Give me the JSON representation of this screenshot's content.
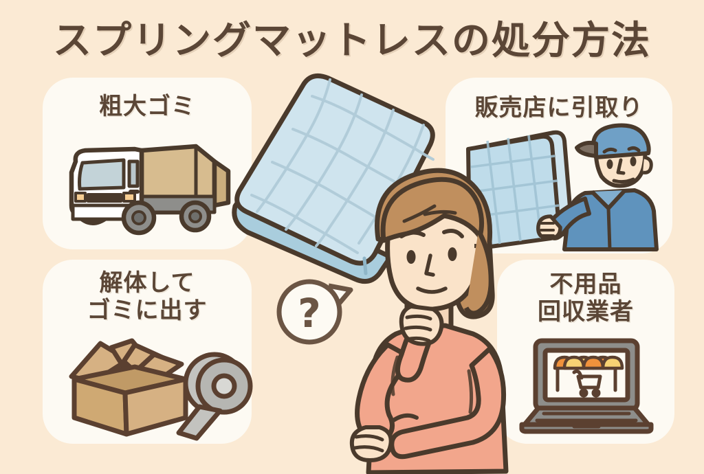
{
  "page": {
    "title": "スプリングマットレスの処分方法",
    "background_color": "#fbead4",
    "card_color": "#fdfaf3",
    "ink_color": "#5b4636"
  },
  "cards": [
    {
      "id": "card-sodai-gomi",
      "label": "粗大ゴミ",
      "icon": "garbage-truck-icon",
      "position": "top-left",
      "colors": {
        "cab": "#ffffff",
        "body": "#d7bc8f",
        "window": "#c3d3d8",
        "lamp": "#f6cd92"
      }
    },
    {
      "id": "card-hanbaiten-hikitori",
      "label": "販売店に引取り",
      "icon": "delivery-worker-icon",
      "position": "top-right",
      "colors": {
        "uniform": "#5f93bd",
        "cap": "#6fa0c6",
        "skin": "#f8e2c8",
        "mattress": "#bfdcea"
      }
    },
    {
      "id": "card-kaitai-shite-gomi",
      "label_line1": "解体して",
      "label_line2": "ゴミに出す",
      "icon": "cardboard-box-and-tape-icon",
      "position": "bottom-left",
      "colors": {
        "box": "#d6b183",
        "box_inner": "#c8a370",
        "tape": "#b6b6b2"
      }
    },
    {
      "id": "card-fuyohin-kaishu",
      "label_line1": "不用品",
      "label_line2": "回収業者",
      "icon": "laptop-online-shop-icon",
      "position": "bottom-right",
      "colors": {
        "laptop": "#8e8e8b",
        "awning_orange": "#f0923c",
        "awning_yellow": "#f7d274"
      }
    }
  ],
  "center": {
    "mattress": {
      "name": "spring-mattress-illustration",
      "top_color": "#cfe4ee",
      "side_color": "#a9cddd",
      "quilt_color": "#b3cdd8"
    },
    "woman": {
      "name": "thinking-woman-illustration",
      "hair_color": "#c08f5e",
      "skin_color": "#fae3c9",
      "sweater_color": "#f2a68c"
    },
    "speech_bubble": {
      "name": "question-speech-bubble",
      "text": "?",
      "fill": "#fdfaf3"
    }
  }
}
